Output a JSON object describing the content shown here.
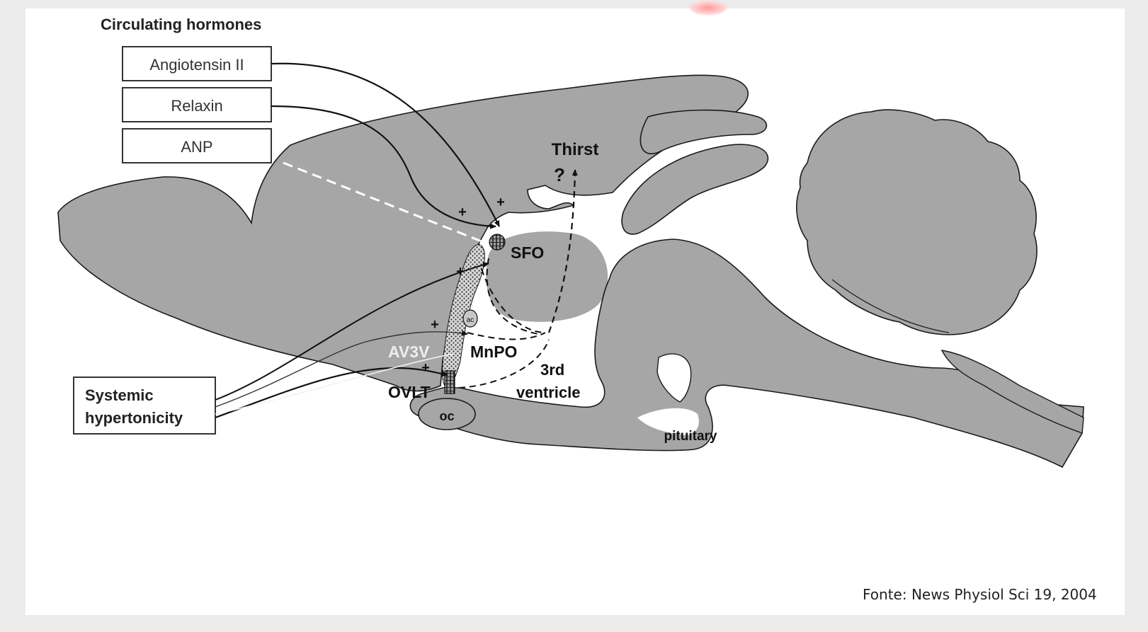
{
  "heading": "Circulating hormones",
  "hormones": [
    "Angiotensin II",
    "Relaxin",
    "ANP"
  ],
  "stimulus": {
    "line1": "Systemic",
    "line2": "hypertonicity"
  },
  "labels": {
    "thirst": "Thirst",
    "question": "?",
    "sfo": "SFO",
    "ac": "ac",
    "av3v": "AV3V",
    "mnpo": "MnPO",
    "third1": "3rd",
    "third2": "ventricle",
    "ovlt": "OVLT",
    "oc": "oc",
    "pituitary": "pituitary"
  },
  "plus": "+",
  "source": "Fonte: News Physiol Sci 19, 2004",
  "colors": {
    "tissue": "#a6a6a6",
    "outline": "#1a1a1a",
    "white": "#ffffff"
  }
}
